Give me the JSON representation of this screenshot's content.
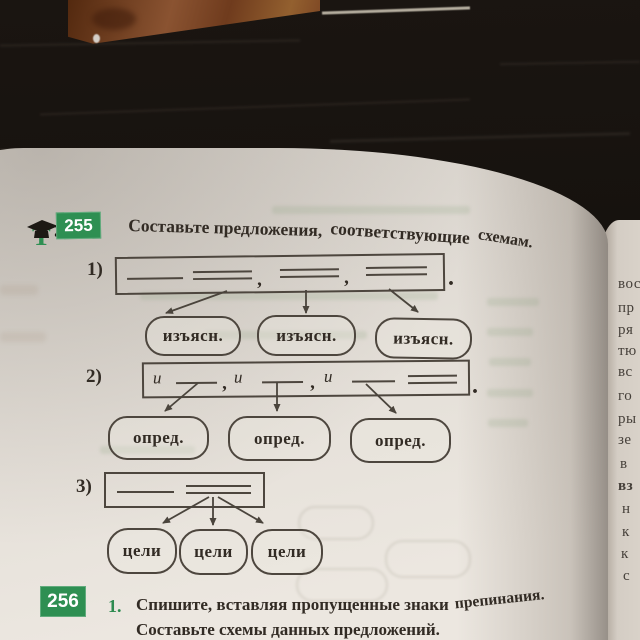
{
  "exercise_255": {
    "number": "255",
    "icon": "graduation-cap-T-icon",
    "title": {
      "part1": "Составьте предложения,",
      "part2": "соответствующие",
      "part3": "схемам."
    },
    "schemes": [
      {
        "label": "1)",
        "comma": ",",
        "period": ".",
        "tags": [
          "изъясн.",
          "изъясн.",
          "изъясн."
        ]
      },
      {
        "label": "2)",
        "conjunction": "и",
        "comma": ",",
        "period": ".",
        "tags": [
          "опред.",
          "опред.",
          "опред."
        ]
      },
      {
        "label": "3)",
        "tags": [
          "цели",
          "цели",
          "цели"
        ]
      }
    ]
  },
  "exercise_256": {
    "number": "256",
    "item_number": "1.",
    "instruction_line1": "Спишите, вставляя пропущенные знаки",
    "instruction_line1_tail": "препинания.",
    "instruction_line2": "Составьте схемы данных предложений."
  },
  "facing_page": {
    "fragments": [
      "вос",
      "пр",
      "ря",
      "тю",
      "вс",
      "го",
      "ры",
      "зе",
      "в",
      "вз",
      "н",
      "к",
      "к",
      "с"
    ]
  },
  "colors": {
    "badge_green": "#2e8f52",
    "item_number_green": "#2e8b50",
    "ink": "#322b24",
    "diagram_line": "#4d463e",
    "page": "#e4dfd8",
    "table": "#16120e",
    "book_cover": "#7a4322"
  }
}
